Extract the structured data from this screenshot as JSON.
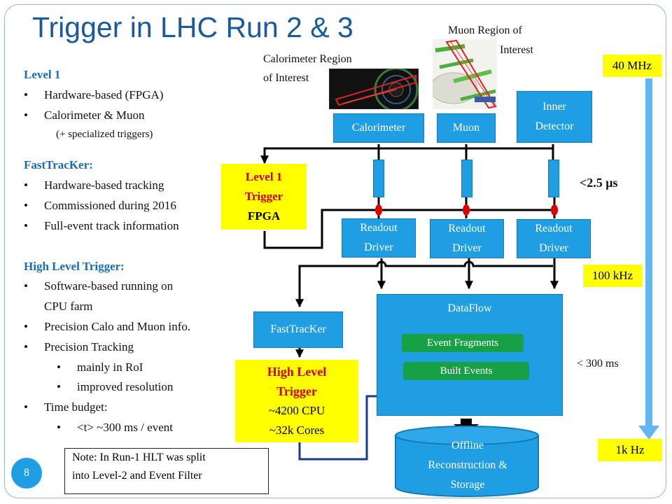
{
  "title": "Trigger in LHC Run 2 & 3",
  "left": {
    "l1_heading": "Level 1",
    "l1_items": [
      "Hardware-based (FPGA)",
      "Calorimeter & Muon"
    ],
    "l1_sub": "(+ specialized triggers)",
    "ftk_heading": "FastTracKer:",
    "ftk_items": [
      "Hardware-based tracking",
      "Commissioned during 2016",
      "Full-event track information"
    ],
    "hlt_heading": "High Level Trigger:",
    "hlt_items": [
      "Software-based running on",
      "CPU farm",
      "Precision Calo and Muon info.",
      "Precision Tracking"
    ],
    "hlt_subitems": [
      "mainly in RoI",
      "improved resolution"
    ],
    "time_item": "Time budget:",
    "time_sub": "<t> ~300 ms / event"
  },
  "labels": {
    "calo_roi_1": "Calorimeter Region",
    "calo_roi_2": "of Interest",
    "muon_roi_1": "Muon Region of",
    "muon_roi_2": "Interest"
  },
  "blocks": {
    "calorimeter": "Calorimeter",
    "muon": "Muon",
    "inner_detector_1": "Inner",
    "inner_detector_2": "Detector",
    "rod_1": "Readout",
    "rod_2": "Driver",
    "l1_1": "Level 1",
    "l1_2": "Trigger",
    "l1_3": "FPGA",
    "fasttracker": "FastTracKer",
    "hlt_1": "High Level",
    "hlt_2": "Trigger",
    "hlt_3": "~4200 CPU",
    "hlt_4": "~32k Cores",
    "dataflow": "DataFlow",
    "event_fragments": "Event Fragments",
    "built_events": "Built Events",
    "storage_1": "Offline",
    "storage_2": "Reconstruction &",
    "storage_3": "Storage"
  },
  "rates": {
    "r40": "40 MHz",
    "r100": "100 kHz",
    "r1k": "1k Hz",
    "lat1": "<2.5 μs",
    "lat2": "< 300 ms"
  },
  "note_1": "Note: In Run-1 HLT was split",
  "note_2": "into Level-2 and Event Filter",
  "page_number": "8",
  "colors": {
    "blue": "#1f9ee4",
    "yellow": "#ffff00",
    "green": "#17a046",
    "red": "#d00000",
    "title": "#1a5a9c"
  }
}
